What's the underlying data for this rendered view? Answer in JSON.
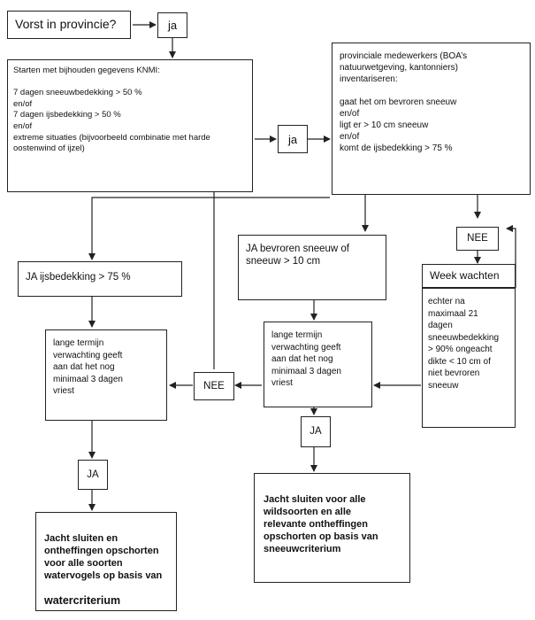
{
  "nodes": {
    "vorst": "Vorst in provincie?",
    "ja_top": "ja",
    "knmi": "Starten met bijhouden gegevens KNMI:\n\n7 dagen sneeuwbedekking > 50 %\n            en/of\n7 dagen ijsbedekking > 50 %\n            en/of\nextreme situaties (bijvoorbeeld combinatie met harde\noostenwind of ijzel)",
    "ja_mid": "ja",
    "provinciale": "provinciale medewerkers (BOA’s\nnatuurwetgeving, kantonniers)\ninventariseren:\n\ngaat het om bevroren sneeuw\n                    en/of\nligt er  > 10 cm sneeuw\n                    en/of\nkomt de ijsbedekking > 75 %",
    "nee_right": "NEE",
    "week_wachten": "Week wachten",
    "echter": "echter na\nmaximaal 21\ndagen\nsneeuwbedekking\n> 90% ongeacht\ndikte < 10 cm of\nniet bevroren\nsneeuw",
    "ja_bevroren": "JA bevroren sneeuw of\nsneeuw > 10 cm",
    "ja_ijs": "JA ijsbedekking > 75 %",
    "lange_left": "lange termijn\nverwachting geeft\naan dat het nog\nminimaal 3 dagen\nvriest",
    "nee_mid": "NEE",
    "lange_right": "lange termijn\nverwachting geeft\naan dat het nog\nminimaal 3 dagen\nvriest",
    "ja_right_bottom": "JA",
    "ja_left_bottom": "JA",
    "jacht_left": "Jacht sluiten en\nontheffingen opschorten\nvoor alle soorten\nwatervogels op basis van",
    "jacht_left_last": "watercriterium",
    "jacht_right": "Jacht sluiten voor alle\nwildsoorten en alle\nrelevante ontheffingen\nopschorten op basis van\nsneeuwcriterium"
  },
  "colors": {
    "line": "#222222",
    "background": "#ffffff"
  }
}
